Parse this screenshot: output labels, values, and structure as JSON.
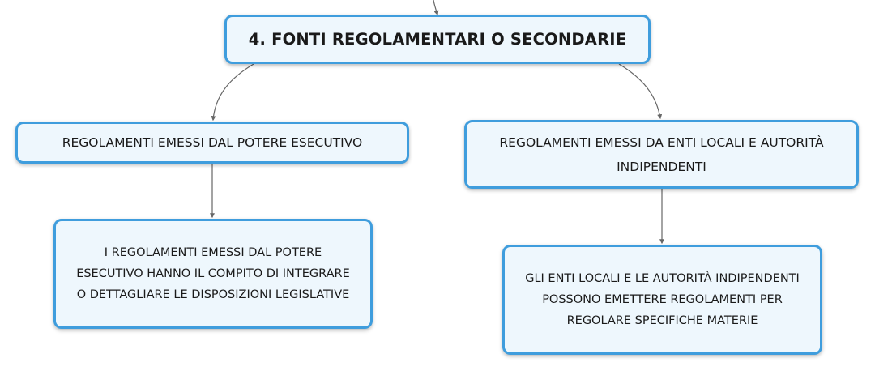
{
  "diagram": {
    "root": {
      "label": "4. FONTI REGOLAMENTARI O SECONDARIE"
    },
    "branches": [
      {
        "label": "REGOLAMENTI EMESSI DAL POTERE ESECUTIVO",
        "detail": "I REGOLAMENTI EMESSI DAL POTERE ESECUTIVO HANNO IL COMPITO DI INTEGRARE O DETTAGLIARE LE DISPOSIZIONI LEGISLATIVE"
      },
      {
        "label": "REGOLAMENTI EMESSI DA ENTI LOCALI E AUTORITÀ INDIPENDENTI",
        "detail": "GLI ENTI LOCALI E LE AUTORITÀ INDIPENDENTI POSSONO EMETTERE REGOLAMENTI PER REGOLARE SPECIFICHE MATERIE"
      }
    ],
    "colors": {
      "node_border": "#3f9ddd",
      "node_fill": "#eef7fd",
      "connector": "#666666"
    }
  }
}
